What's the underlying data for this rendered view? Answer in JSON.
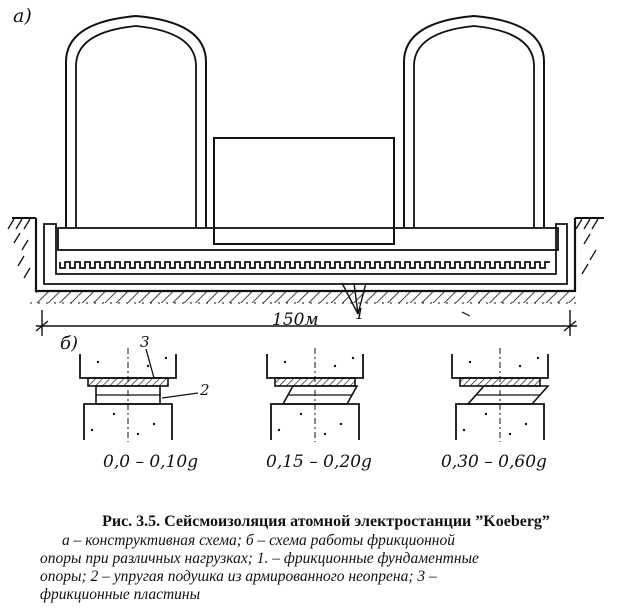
{
  "figure": {
    "panel_a_label": "а)",
    "panel_b_label": "б)",
    "dimension_label": "150м",
    "callout_1": "1",
    "callout_2": "2",
    "callout_3": "3",
    "load_cases": [
      "0,0 – 0,10g",
      "0,15 – 0,20g",
      "0,30 – 0,60g"
    ]
  },
  "caption": {
    "title": "Рис. 3.5. Сейсмоизоляция атомной электростанции ”Koeberg”",
    "line1": "а – конструктивная схема; б – схема работы фрикционной",
    "line2": "опоры при различных нагрузках; 1. – фрикционные фундаментные",
    "line3": "опоры; 2 – упругая подушка из армированного неопрена; 3 –",
    "line4": "фрикционные пластины"
  }
}
